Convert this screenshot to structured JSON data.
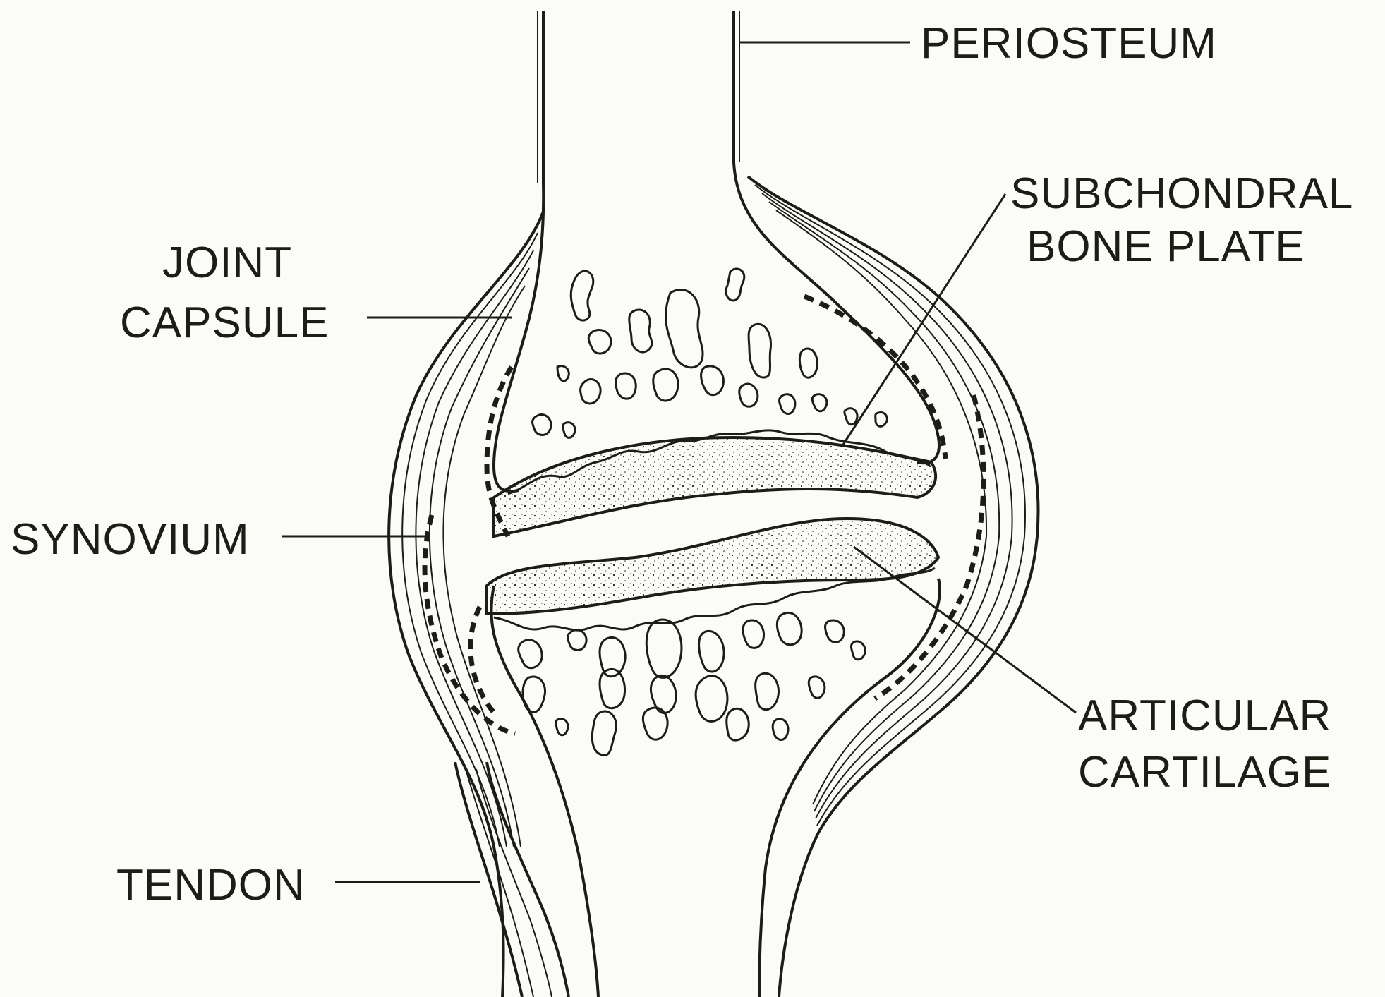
{
  "labels": {
    "periosteum": "PERIOSTEUM",
    "subchondral_line1": "SUBCHONDRAL",
    "subchondral_line2": "BONE PLATE",
    "joint_capsule_line1": "JOINT",
    "joint_capsule_line2": "CAPSULE",
    "synovium": "SYNOVIUM",
    "articular_line1": "ARTICULAR",
    "articular_line2": "CARTILAGE",
    "tendon": "TENDON"
  },
  "colors": {
    "ink": "#1d1d16",
    "paper": "#fbfbf7"
  }
}
